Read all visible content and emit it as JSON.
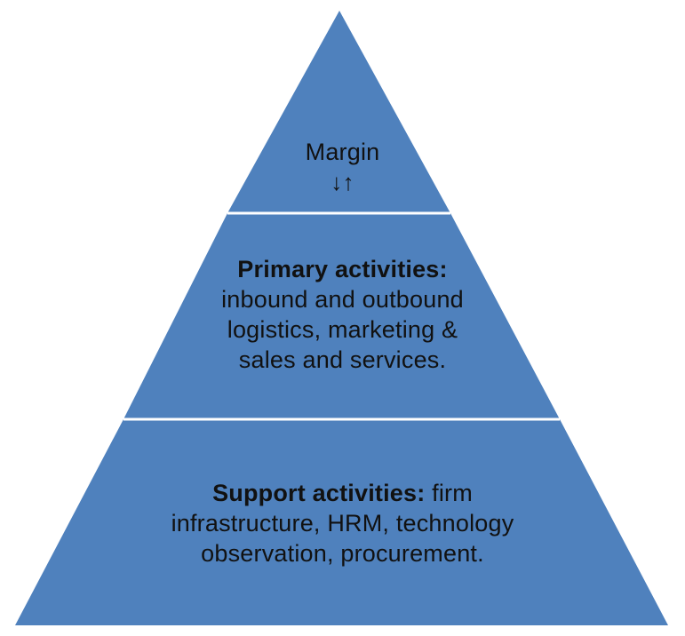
{
  "colors": {
    "fill": "#4f81bd",
    "divider": "#ffffff",
    "text": "#111111"
  },
  "tiers": {
    "top": {
      "label": "Margin",
      "arrows": "↓↑"
    },
    "middle": {
      "heading": "Primary activities:",
      "line1": "inbound and outbound",
      "line2": "logistics, marketing &",
      "line3": "sales and services."
    },
    "bottom": {
      "heading": "Support activities:",
      "line1_rest": " firm",
      "line2": "infrastructure, HRM, technology",
      "line3": "observation, procurement."
    }
  }
}
